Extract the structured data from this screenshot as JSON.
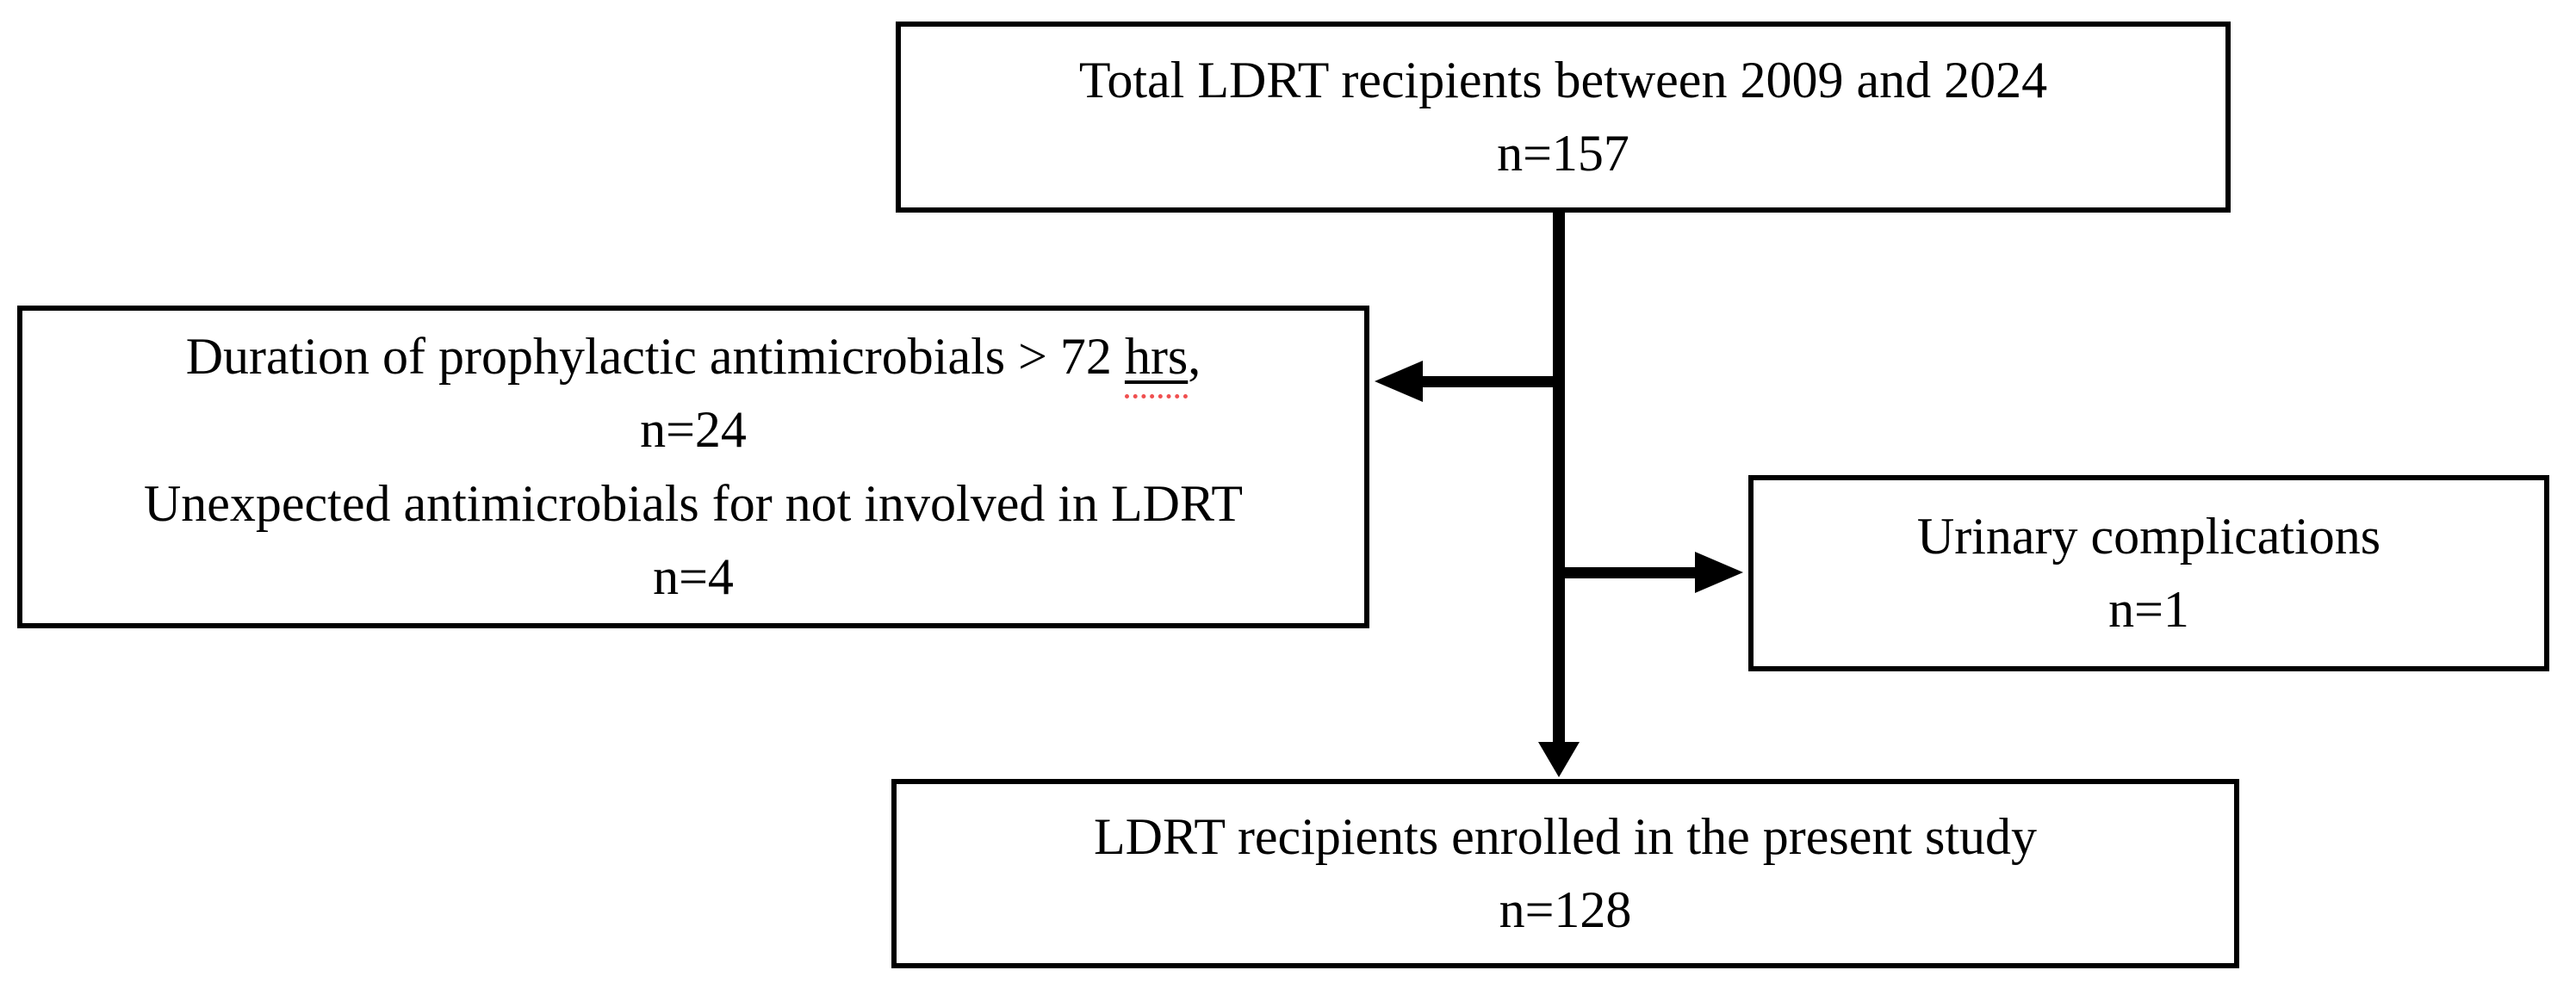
{
  "diagram": {
    "type": "flowchart",
    "colors": {
      "box_border": "#000000",
      "box_background": "#ffffff",
      "text": "#000000",
      "arrow": "#000000",
      "spellcheck_underline": "#f05050"
    },
    "boxes": {
      "total": {
        "line1": "Total LDRT recipients between 2009 and 2024",
        "line2": "n=157"
      },
      "excluded": {
        "line1_pre": "Duration of prophylactic antimicrobials > 72 ",
        "line1_underlined": "hrs",
        "line1_post": ",",
        "line2": "n=24",
        "line3": "Unexpected antimicrobials for not involved in LDRT",
        "line4": "n=4"
      },
      "urinary": {
        "line1": "Urinary complications",
        "line2": "n=1"
      },
      "enrolled": {
        "line1": "LDRT recipients enrolled in the present study",
        "line2": "n=128"
      }
    },
    "edges": [
      {
        "from": "total",
        "to": "excluded",
        "direction": "left"
      },
      {
        "from": "total",
        "to": "urinary",
        "direction": "right"
      },
      {
        "from": "total",
        "to": "enrolled",
        "direction": "down"
      }
    ]
  }
}
